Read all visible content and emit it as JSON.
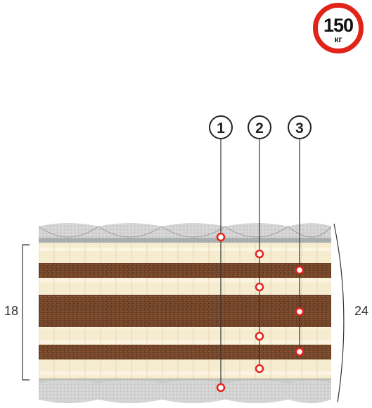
{
  "badge": {
    "value": "150",
    "unit": "кг"
  },
  "callouts": [
    {
      "number": "1"
    },
    {
      "number": "2"
    },
    {
      "number": "3"
    }
  ],
  "dimensions": {
    "core_height": "18",
    "total_height": "24"
  },
  "colors": {
    "badge_ring": "#e2231a",
    "latex": "#f6ecd0",
    "coconut": "#6e4126",
    "fabric": "#c9c9c9",
    "marker": "#e2231a"
  }
}
